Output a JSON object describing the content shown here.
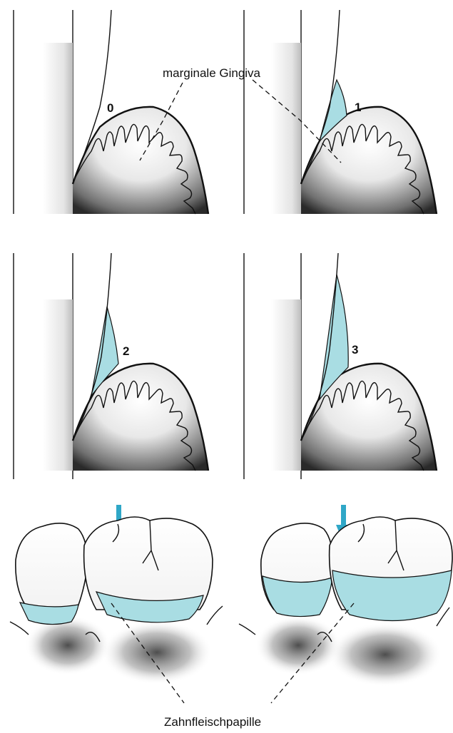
{
  "labels": {
    "marginal_gingiva": "marginale Gingiva",
    "papilla": "Zahnfleischpapille"
  },
  "stages": [
    "0",
    "1",
    "2",
    "3"
  ],
  "colors": {
    "plaque": "#a9dde3",
    "arrow": "#2fa7c7",
    "shadow": "#3a3a3a"
  }
}
